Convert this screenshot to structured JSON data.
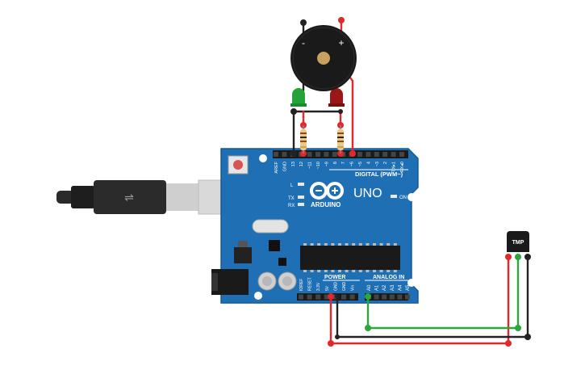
{
  "board": {
    "brand": "ARDUINO",
    "model": "UNO",
    "digital_header": "DIGITAL (PWM~)",
    "power_header": "POWER",
    "analog_header": "ANALOG IN",
    "on_label": "ON",
    "led_l": "L",
    "led_tx": "TX",
    "led_rx": "RX",
    "digital_pins": [
      "AREF",
      "GND",
      "13",
      "12",
      "~11",
      "~10",
      "~9",
      "8",
      "7",
      "~6",
      "~5",
      "4",
      "~3",
      "2",
      "TX▸1",
      "RX◂0"
    ],
    "power_pins": [
      "IOREF",
      "RESET",
      "3.3V",
      "5V",
      "GND",
      "GND",
      "Vin"
    ],
    "analog_pins": [
      "A0",
      "A1",
      "A2",
      "A3",
      "A4",
      "A5"
    ]
  },
  "buzzer": {
    "minus": "-",
    "plus": "+"
  },
  "sensor": {
    "label": "TMP"
  },
  "colors": {
    "board": "#1f6fb5",
    "board_dark": "#155a96",
    "wire_red": "#e0282d",
    "wire_green": "#2aa83a",
    "wire_black": "#222222",
    "led_green": "#23a33a",
    "led_red": "#9b1616"
  }
}
